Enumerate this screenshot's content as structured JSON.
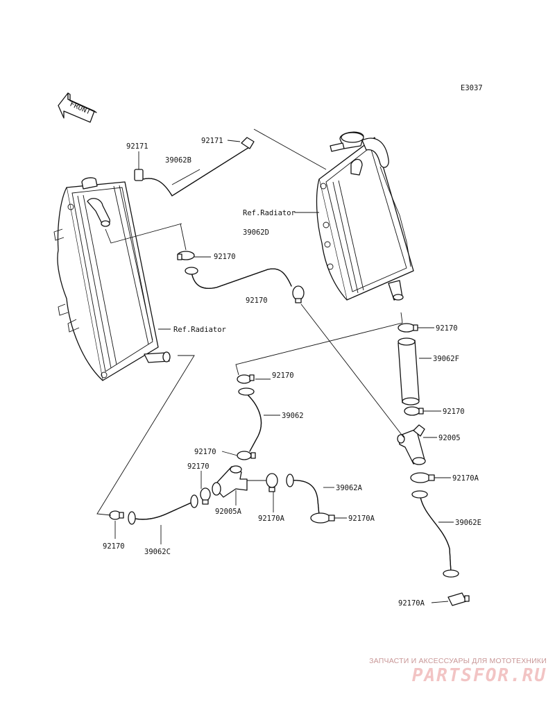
{
  "diagram": {
    "code": "E3037",
    "front_label": "FRONT",
    "labels": {
      "p92171_left": "92171",
      "p92171_top": "92171",
      "p39062B": "39062B",
      "ref_radiator_right": "Ref.Radiator",
      "p39062D": "39062D",
      "p92170_a": "92170",
      "p92170_b": "92170",
      "ref_radiator_left": "Ref.Radiator",
      "p92170_c": "92170",
      "p39062F": "39062F",
      "p92170_d": "92170",
      "p92005": "92005",
      "p92170A_a": "92170A",
      "p92170_e": "92170",
      "p39062": "39062",
      "p92170_f": "92170",
      "p92170_g": "92170",
      "p39062A": "39062A",
      "p92005A": "92005A",
      "p92170A_b": "92170A",
      "p92170A_c": "92170A",
      "p39062E": "39062E",
      "p92170_h": "92170",
      "p39062C": "39062C",
      "p92170A_d": "92170A"
    }
  },
  "watermark": {
    "tagline": "ЗАПЧАСТИ И АКСЕССУАРЫ ДЛЯ МОТОТЕХНИКИ",
    "logo": "PARTSFOR.RU"
  }
}
